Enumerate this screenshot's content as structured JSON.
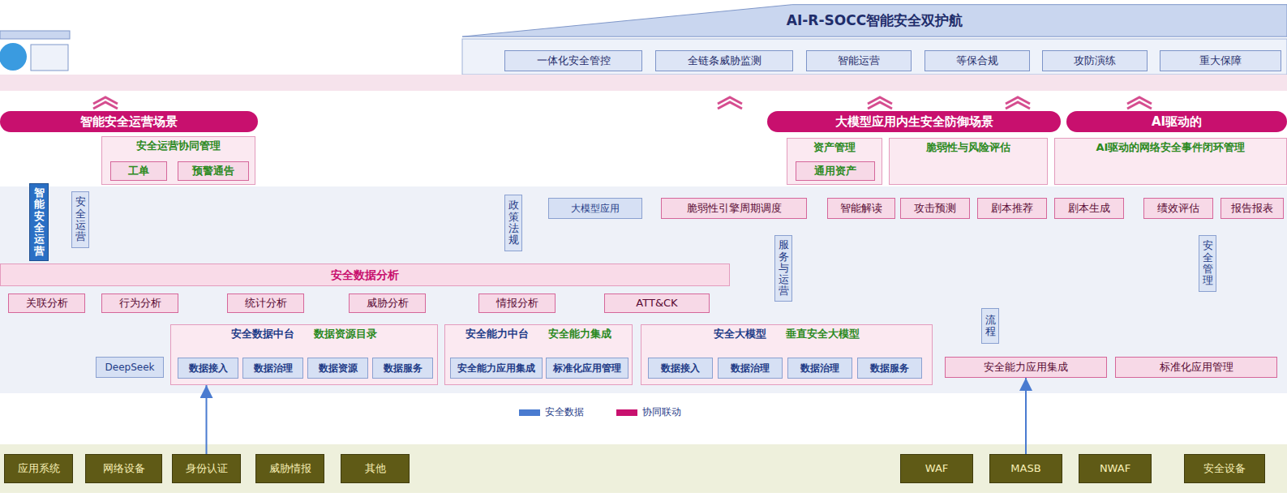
{
  "diagram": {
    "nodes": [
      {
        "text": [
          "AI-R-SOCC智能安全双护航"
        ]
      },
      {
        "text": [
          "一体化安全管控"
        ]
      },
      {
        "text": [
          "全链条威胁监测"
        ]
      },
      {
        "text": [
          "智能运营"
        ]
      },
      {
        "text": [
          "等保合规"
        ]
      },
      {
        "text": [
          "攻防演练"
        ]
      },
      {
        "text": [
          "重大保障"
        ]
      },
      {
        "text": [
          "智能安全运营场景"
        ]
      },
      {
        "text": [
          "大模型应用内生安全防御场景"
        ]
      },
      {
        "text": [
          "AI驱动的"
        ]
      },
      {
        "text": [
          "安全运营协同管理"
        ]
      },
      {
        "text": [
          "工单"
        ],
        "in": 10
      },
      {
        "text": [
          "预警通告"
        ],
        "in": 10
      },
      {
        "text": [
          "资产管理"
        ]
      },
      {
        "text": [
          "通用资产"
        ],
        "in": 13
      },
      {
        "text": [
          "脆弱性与风险评估"
        ]
      },
      {
        "text": [
          "AI驱动的网络安全事件闭环管理"
        ]
      },
      {
        "text": [
          "智能安全运营"
        ]
      },
      {
        "text": [
          "安全运营"
        ]
      },
      {
        "text": [
          "大模型应用"
        ]
      },
      {
        "text": [
          "脆弱性引擎周期调度"
        ]
      },
      {
        "text": [
          "智能解读"
        ]
      },
      {
        "text": [
          "攻击预测"
        ]
      },
      {
        "text": [
          "剧本推荐"
        ]
      },
      {
        "text": [
          "剧本生成"
        ]
      },
      {
        "text": [
          "绩效评估"
        ]
      },
      {
        "text": [
          "报告报表"
        ]
      },
      {
        "text": [
          "政策法规"
        ]
      },
      {
        "text": [
          "服务与运营"
        ]
      },
      {
        "text": [
          "安全管理"
        ]
      },
      {
        "text": [
          "安全数据分析"
        ]
      },
      {
        "text": [
          "关联分析"
        ]
      },
      {
        "text": [
          "行为分析"
        ]
      },
      {
        "text": [
          "统计分析"
        ]
      },
      {
        "text": [
          "威胁分析"
        ]
      },
      {
        "text": [
          "情报分析"
        ]
      },
      {
        "text": [
          "ATT&CK"
        ]
      },
      {
        "text": [
          "安全数据中台",
          "数据资源目录"
        ]
      },
      {
        "text": [
          "数据接入"
        ],
        "in": 37
      },
      {
        "text": [
          "数据治理"
        ],
        "in": 37
      },
      {
        "text": [
          "数据资源"
        ],
        "in": 37
      },
      {
        "text": [
          "数据服务"
        ],
        "in": 37
      },
      {
        "text": [
          "安全能力中台",
          "安全能力集成"
        ]
      },
      {
        "text": [
          "安全能力应用集成"
        ],
        "in": 42
      },
      {
        "text": [
          "标准化应用管理"
        ],
        "in": 42
      },
      {
        "text": [
          "安全大模型",
          "垂直安全大模型"
        ]
      },
      {
        "text": [
          "数据接入"
        ],
        "in": 45
      },
      {
        "text": [
          "数据治理"
        ],
        "in": 45
      },
      {
        "text": [
          "数据治理"
        ],
        "in": 45
      },
      {
        "text": [
          "数据服务"
        ],
        "in": 45
      },
      {
        "text": [
          "安全能力应用集成"
        ]
      },
      {
        "text": [
          "标准化应用管理"
        ]
      },
      {
        "text": [
          "DeepSeek"
        ]
      },
      {
        "text": [
          "流程"
        ]
      },
      {
        "text": [
          "应用系统"
        ]
      },
      {
        "text": [
          "网络设备"
        ]
      },
      {
        "text": [
          "身份认证"
        ]
      },
      {
        "text": [
          "威胁情报"
        ]
      },
      {
        "text": [
          "其他"
        ]
      },
      {
        "text": [
          "WAF"
        ]
      },
      {
        "text": [
          "MASB"
        ]
      },
      {
        "text": [
          "NWAF"
        ]
      },
      {
        "text": [
          "安全设备"
        ]
      }
    ],
    "edges": [
      {
        "from": 56,
        "to": 37,
        "arrow": "to"
      },
      {
        "from": 60,
        "to": 50,
        "arrow": "to"
      }
    ],
    "legend": [
      {
        "text": "安全数据",
        "color": "#4a7bd0"
      },
      {
        "text": "协同联动",
        "color": "#c8106e"
      }
    ]
  }
}
